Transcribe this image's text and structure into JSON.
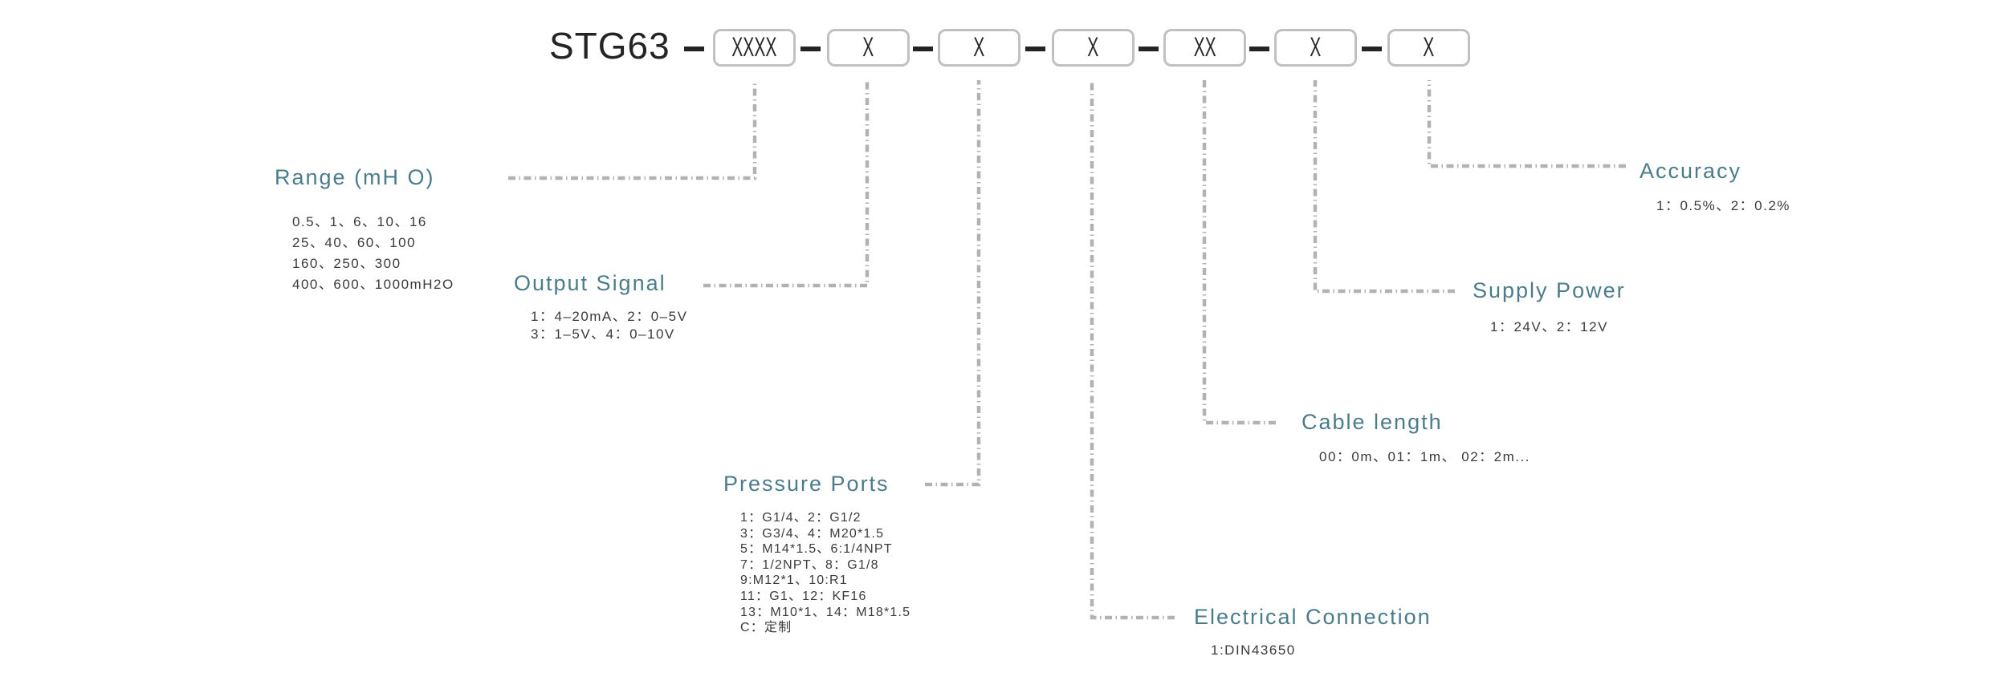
{
  "product_code": {
    "model": "STG63",
    "boxes": [
      "XXXX",
      "X",
      "X",
      "X",
      "XX",
      "X",
      "X"
    ]
  },
  "sections": {
    "range": {
      "title": "Range (mH O)",
      "lines": [
        "0.5、1、6、10、16",
        "25、40、60、100",
        "160、250、300",
        "400、600、1000mH2O"
      ]
    },
    "output_signal": {
      "title": "Output Signal",
      "lines": [
        "1：4–20mA、2：0–5V",
        "3：1–5V、4：0–10V"
      ]
    },
    "pressure_ports": {
      "title": "Pressure Ports",
      "lines": [
        "1：G1/4、2：G1/2",
        "3：G3/4、4：M20*1.5",
        "5：M14*1.5、6:1/4NPT",
        "7：1/2NPT、8：G1/8",
        "9:M12*1、10:R1",
        "11：G1、12：KF16",
        "13：M10*1、14：M18*1.5",
        "C：定制"
      ]
    },
    "electrical_connection": {
      "title": "Electrical Connection",
      "lines": [
        "1:DIN43650"
      ]
    },
    "cable_length": {
      "title": "Cable length",
      "lines": [
        "00：0m、01：1m、 02：2m..."
      ]
    },
    "supply_power": {
      "title": "Supply Power",
      "lines": [
        "1：24V、2：12V"
      ]
    },
    "accuracy": {
      "title": "Accuracy",
      "lines": [
        "1：0.5%、2：0.2%"
      ]
    }
  },
  "colors": {
    "accent_teal": "#4a7c8b",
    "body_text": "#3b3b3b",
    "code_text": "#242424",
    "box_border": "#c2c0c0",
    "connector_gray": "#b4b1b0",
    "background": "#ffffff"
  }
}
